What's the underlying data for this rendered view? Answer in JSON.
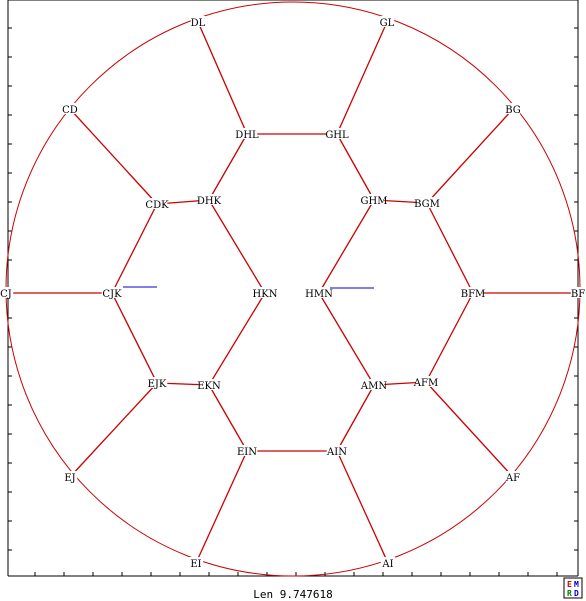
{
  "colors": {
    "edge": "#cc0000",
    "accent": "#0000cc",
    "frame": "#000000",
    "background": "#ffffff"
  },
  "nodes": [
    "DL",
    "GL",
    "CD",
    "BG",
    "DHL",
    "GHL",
    "CDK",
    "DHK",
    "GHM",
    "BGM",
    "CJ",
    "CJK",
    "HKN",
    "HMN",
    "BFM",
    "BF",
    "EJK",
    "EKN",
    "AMN",
    "AFM",
    "EIN",
    "AIN",
    "EJ",
    "AF",
    "EI",
    "AI"
  ],
  "edges": [
    [
      "DL",
      "DHL"
    ],
    [
      "GL",
      "GHL"
    ],
    [
      "DHL",
      "GHL"
    ],
    [
      "DHL",
      "DHK"
    ],
    [
      "GHL",
      "GHM"
    ],
    [
      "CD",
      "CDK"
    ],
    [
      "BG",
      "BGM"
    ],
    [
      "CDK",
      "DHK"
    ],
    [
      "GHM",
      "BGM"
    ],
    [
      "CDK",
      "CJK"
    ],
    [
      "DHK",
      "HKN"
    ],
    [
      "GHM",
      "HMN"
    ],
    [
      "BGM",
      "BFM"
    ],
    [
      "CJ",
      "CJK"
    ],
    [
      "BFM",
      "BF"
    ],
    [
      "CJK",
      "EJK"
    ],
    [
      "HKN",
      "EKN"
    ],
    [
      "HMN",
      "AMN"
    ],
    [
      "BFM",
      "AFM"
    ],
    [
      "EJK",
      "EKN"
    ],
    [
      "AMN",
      "AFM"
    ],
    [
      "EKN",
      "EIN"
    ],
    [
      "AMN",
      "AIN"
    ],
    [
      "EIN",
      "AIN"
    ],
    [
      "EJK",
      "EJ"
    ],
    [
      "AFM",
      "AF"
    ],
    [
      "EIN",
      "EI"
    ],
    [
      "AIN",
      "AI"
    ]
  ],
  "status": {
    "text": "Len 9.747618"
  },
  "logo": {
    "text": "EMRD",
    "letters": [
      "E",
      "M",
      "R",
      "D"
    ]
  }
}
